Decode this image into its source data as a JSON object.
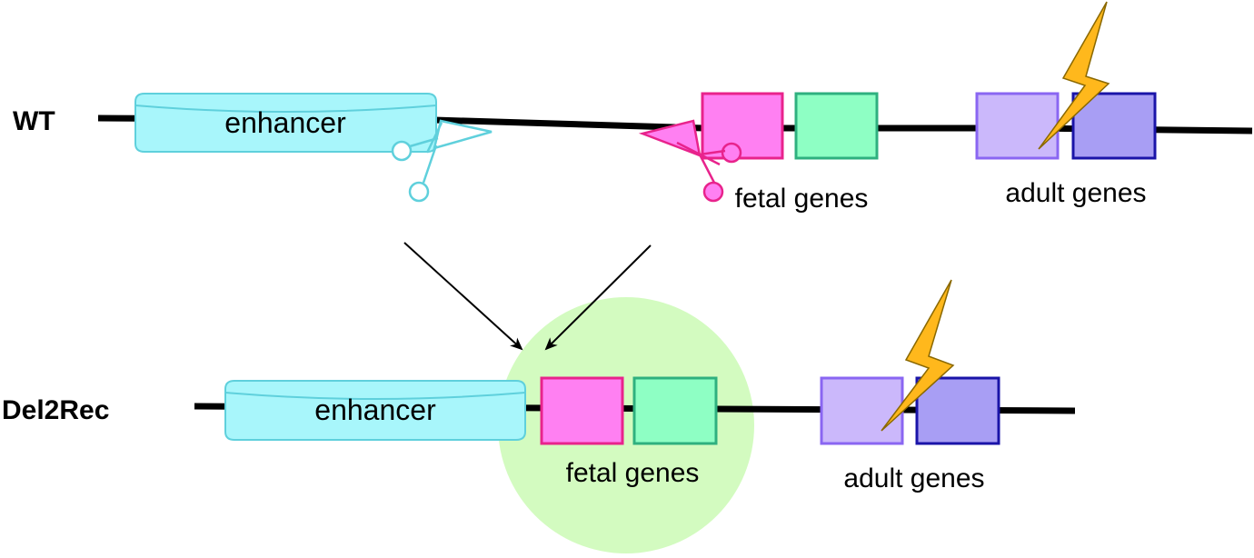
{
  "wt": {
    "label": "WT",
    "enhancer": "enhancer",
    "fetal_genes": "fetal genes",
    "adult_genes": "adult genes"
  },
  "del2rec": {
    "label": "Del2Rec",
    "enhancer": "enhancer",
    "fetal_genes": "fetal genes",
    "adult_genes": "adult genes"
  },
  "colors": {
    "dna": "#000000",
    "enhancer_fill": "#a8f6fb",
    "enhancer_stroke": "#5fd0dc",
    "fetal_gene_1_fill": "#ff80f2",
    "fetal_gene_1_stroke": "#e8238c",
    "fetal_gene_2_fill": "#8effc4",
    "fetal_gene_2_stroke": "#2fb07f",
    "adult_gene_1_fill": "#cbb8fb",
    "adult_gene_1_stroke": "#8a66f2",
    "adult_gene_2_fill": "#a89ef4",
    "adult_gene_2_stroke": "#1a14a8",
    "lightning": "#ffb81c",
    "scissors_cyan": "#5fd0dc",
    "scissors_magenta": "#e8238c",
    "highlight_circle": "#d3fbc0"
  },
  "icons": {
    "cut_site_1": "scissors-icon",
    "cut_site_2": "scissors-icon",
    "damage": "lightning-bolt-icon"
  }
}
